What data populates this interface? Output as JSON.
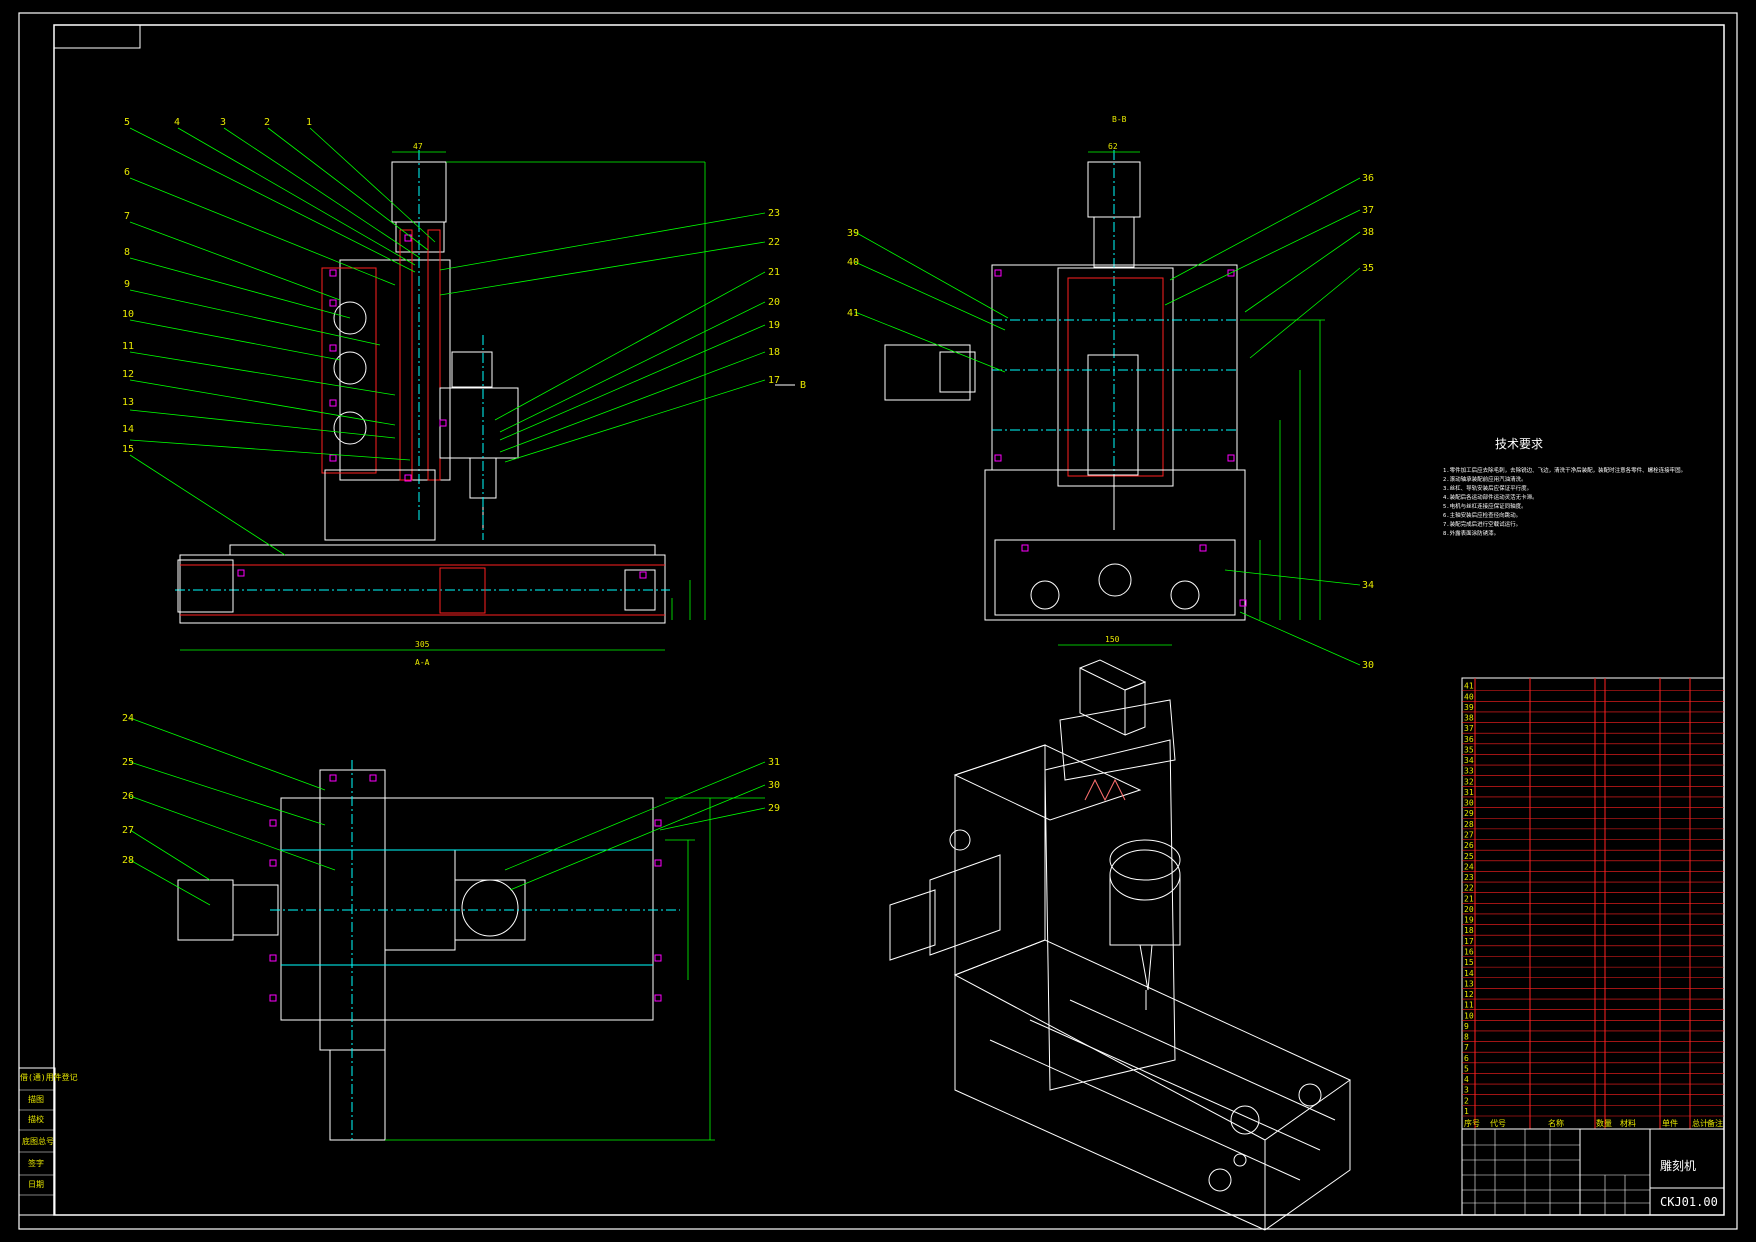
{
  "colors": {
    "background": "#000000",
    "outline": "#ffffff",
    "leader": "#00ff00",
    "centerline": "#00ffff",
    "dimension": "#00ff00",
    "hatch": "#ff2020",
    "bolt": "#ff00ff",
    "text": "#e8e800",
    "table": "#ff2020"
  },
  "front_view": {
    "section_label": "A-A",
    "balloons_left": [
      "5",
      "4",
      "3",
      "2",
      "1",
      "6",
      "7",
      "8",
      "9",
      "10",
      "11",
      "12",
      "13",
      "14",
      "15"
    ],
    "balloons_right": [
      "23",
      "22",
      "21",
      "20",
      "19",
      "18",
      "17"
    ],
    "dims": {
      "top_width": "47",
      "base_width": "305"
    },
    "view_arrow": "B"
  },
  "side_view": {
    "section_label": "B-B",
    "top_dim": "62",
    "balloons": [
      "39",
      "40",
      "41",
      "36",
      "37",
      "38",
      "35",
      "34",
      "30"
    ],
    "bottom_dim": "150"
  },
  "top_view": {
    "balloons_left": [
      "24",
      "25",
      "26",
      "27",
      "28"
    ],
    "balloons_right": [
      "31",
      "30",
      "29"
    ]
  },
  "tech_requirements": {
    "title": "技术要求",
    "lines": [
      "1.零件加工后应去除毛刺，去除锐边、飞边，清洗干净后装配，装配时注意各零件、螺栓连接牢固。",
      "2.滚动轴承装配前应用汽油清洗。",
      "3.丝杠、导轨安装后应保证平行度。",
      "4.装配后各运动部件运动灵活无卡滞。",
      "5.电机与丝杠连接应保证同轴度。",
      "6.主轴安装后应检查径向跳动。",
      "7.装配完成后进行空载试运行。",
      "8.外露表面涂防锈漆。"
    ]
  },
  "parts_table": {
    "rows": [
      "41",
      "40",
      "39",
      "38",
      "37",
      "36",
      "35",
      "34",
      "33",
      "32",
      "31",
      "30",
      "29",
      "28",
      "27",
      "26",
      "25",
      "24",
      "23",
      "22",
      "21",
      "20",
      "19",
      "18",
      "17",
      "16",
      "15",
      "14",
      "13",
      "12",
      "11",
      "10",
      "9",
      "8",
      "7",
      "6",
      "5",
      "4",
      "3",
      "2",
      "1"
    ],
    "header": [
      "序号",
      "代号",
      "名称",
      "数量",
      "材料",
      "单件",
      "总计",
      "备注"
    ],
    "drawing_title": "雕刻机",
    "drawing_code": "CKJ01.00"
  },
  "left_strip": [
    "借(通)用件登记",
    "描图",
    "描校",
    "底图总号",
    "签字",
    "日期"
  ]
}
